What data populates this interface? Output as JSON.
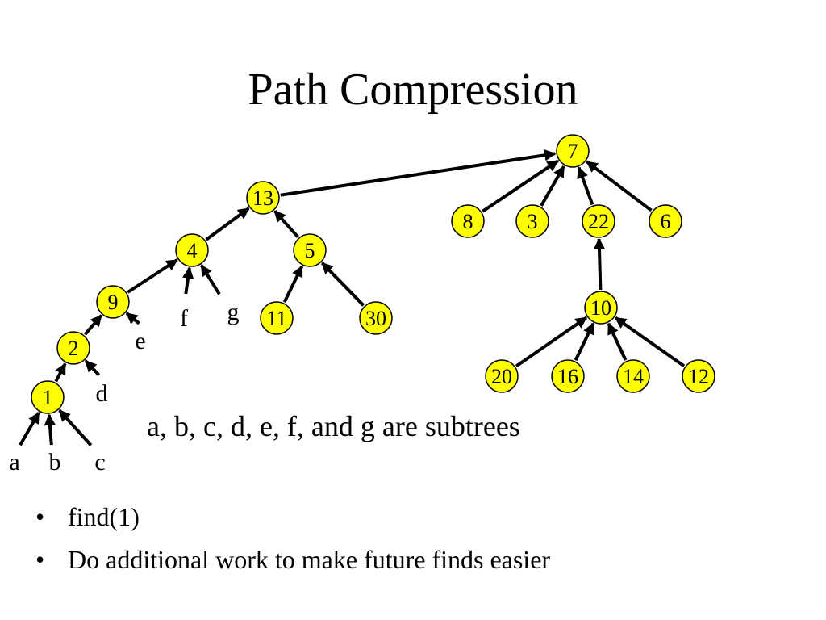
{
  "slide": {
    "title": "Path Compression",
    "caption": "a, b, c, d, e, f, and g are subtrees",
    "bullets": [
      "find(1)",
      "Do additional work to make future finds easier"
    ]
  },
  "diagram": {
    "node_fill": "#ffff00",
    "nodes": [
      {
        "id": "n7",
        "label": "7"
      },
      {
        "id": "n13",
        "label": "13"
      },
      {
        "id": "n8",
        "label": "8"
      },
      {
        "id": "n3",
        "label": "3"
      },
      {
        "id": "n22",
        "label": "22"
      },
      {
        "id": "n6",
        "label": "6"
      },
      {
        "id": "n4",
        "label": "4"
      },
      {
        "id": "n5",
        "label": "5"
      },
      {
        "id": "n9",
        "label": "9"
      },
      {
        "id": "n11",
        "label": "11"
      },
      {
        "id": "n30",
        "label": "30"
      },
      {
        "id": "n10",
        "label": "10"
      },
      {
        "id": "n2",
        "label": "2"
      },
      {
        "id": "n1",
        "label": "1"
      },
      {
        "id": "n20",
        "label": "20"
      },
      {
        "id": "n16",
        "label": "16"
      },
      {
        "id": "n14",
        "label": "14"
      },
      {
        "id": "n12",
        "label": "12"
      }
    ],
    "subtrees": [
      {
        "id": "a",
        "label": "a"
      },
      {
        "id": "b",
        "label": "b"
      },
      {
        "id": "c",
        "label": "c"
      },
      {
        "id": "d",
        "label": "d"
      },
      {
        "id": "e",
        "label": "e"
      },
      {
        "id": "f",
        "label": "f"
      },
      {
        "id": "g",
        "label": "g"
      }
    ],
    "edges": [
      {
        "from": "n13",
        "to": "n7"
      },
      {
        "from": "n8",
        "to": "n7"
      },
      {
        "from": "n3",
        "to": "n7"
      },
      {
        "from": "n22",
        "to": "n7"
      },
      {
        "from": "n6",
        "to": "n7"
      },
      {
        "from": "n10",
        "to": "n22"
      },
      {
        "from": "n20",
        "to": "n10"
      },
      {
        "from": "n16",
        "to": "n10"
      },
      {
        "from": "n14",
        "to": "n10"
      },
      {
        "from": "n12",
        "to": "n10"
      },
      {
        "from": "n4",
        "to": "n13"
      },
      {
        "from": "n5",
        "to": "n13"
      },
      {
        "from": "n11",
        "to": "n5"
      },
      {
        "from": "n30",
        "to": "n5"
      },
      {
        "from": "n9",
        "to": "n4"
      },
      {
        "from": "f",
        "to": "n4"
      },
      {
        "from": "g",
        "to": "n4"
      },
      {
        "from": "n2",
        "to": "n9"
      },
      {
        "from": "e",
        "to": "n9"
      },
      {
        "from": "n1",
        "to": "n2"
      },
      {
        "from": "d",
        "to": "n2"
      },
      {
        "from": "a",
        "to": "n1"
      },
      {
        "from": "b",
        "to": "n1"
      },
      {
        "from": "c",
        "to": "n1"
      }
    ]
  }
}
